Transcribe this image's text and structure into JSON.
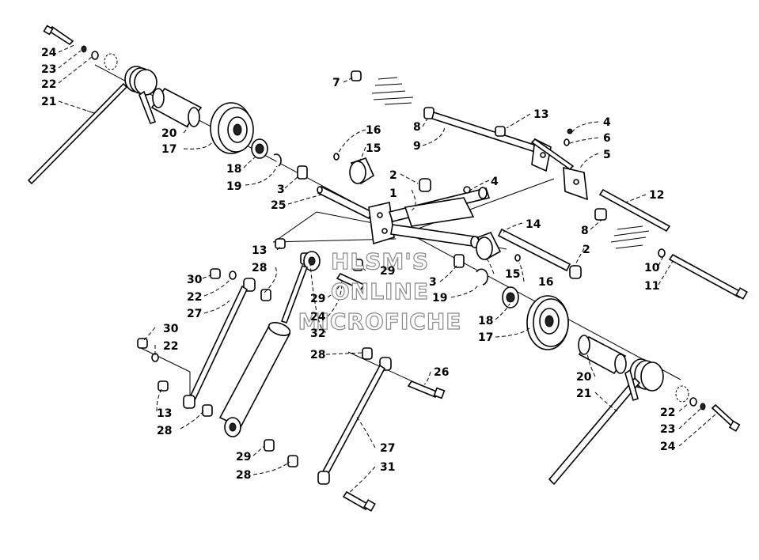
{
  "watermark": {
    "line1": "HLSM'S",
    "line2": "ONLINE",
    "line3": "MICROFICHE"
  },
  "callouts": [
    {
      "id": "c-24a",
      "text": "24"
    },
    {
      "id": "c-23a",
      "text": "23"
    },
    {
      "id": "c-22a",
      "text": "22"
    },
    {
      "id": "c-21a",
      "text": "21"
    },
    {
      "id": "c-20a",
      "text": "20"
    },
    {
      "id": "c-17a",
      "text": "17"
    },
    {
      "id": "c-18a",
      "text": "18"
    },
    {
      "id": "c-19a",
      "text": "19"
    },
    {
      "id": "c-3a",
      "text": "3"
    },
    {
      "id": "c-25",
      "text": "25"
    },
    {
      "id": "c-16a",
      "text": "16"
    },
    {
      "id": "c-15a",
      "text": "15"
    },
    {
      "id": "c-7",
      "text": "7"
    },
    {
      "id": "c-8a",
      "text": "8"
    },
    {
      "id": "c-9",
      "text": "9"
    },
    {
      "id": "c-13a",
      "text": "13"
    },
    {
      "id": "c-4a",
      "text": "4"
    },
    {
      "id": "c-6",
      "text": "6"
    },
    {
      "id": "c-5",
      "text": "5"
    },
    {
      "id": "c-2a",
      "text": "2"
    },
    {
      "id": "c-1",
      "text": "1"
    },
    {
      "id": "c-4b",
      "text": "4"
    },
    {
      "id": "c-12",
      "text": "12"
    },
    {
      "id": "c-14",
      "text": "14"
    },
    {
      "id": "c-8b",
      "text": "8"
    },
    {
      "id": "c-10",
      "text": "10"
    },
    {
      "id": "c-11",
      "text": "11"
    },
    {
      "id": "c-2b",
      "text": "2"
    },
    {
      "id": "c-13b",
      "text": "13"
    },
    {
      "id": "c-28a",
      "text": "28"
    },
    {
      "id": "c-29a",
      "text": "29"
    },
    {
      "id": "c-3b",
      "text": "3"
    },
    {
      "id": "c-15b",
      "text": "15"
    },
    {
      "id": "c-16b",
      "text": "16"
    },
    {
      "id": "c-19b",
      "text": "19"
    },
    {
      "id": "c-30a",
      "text": "30"
    },
    {
      "id": "c-22b",
      "text": "22"
    },
    {
      "id": "c-27a",
      "text": "27"
    },
    {
      "id": "c-29b",
      "text": "29"
    },
    {
      "id": "c-24b",
      "text": "24"
    },
    {
      "id": "c-32",
      "text": "32"
    },
    {
      "id": "c-18b",
      "text": "18"
    },
    {
      "id": "c-17b",
      "text": "17"
    },
    {
      "id": "c-30b",
      "text": "30"
    },
    {
      "id": "c-22c",
      "text": "22"
    },
    {
      "id": "c-28b",
      "text": "28"
    },
    {
      "id": "c-26",
      "text": "26"
    },
    {
      "id": "c-20b",
      "text": "20"
    },
    {
      "id": "c-21b",
      "text": "21"
    },
    {
      "id": "c-13c",
      "text": "13"
    },
    {
      "id": "c-28c",
      "text": "28"
    },
    {
      "id": "c-22d",
      "text": "22"
    },
    {
      "id": "c-23b",
      "text": "23"
    },
    {
      "id": "c-24c",
      "text": "24"
    },
    {
      "id": "c-29c",
      "text": "29"
    },
    {
      "id": "c-28d",
      "text": "28"
    },
    {
      "id": "c-27b",
      "text": "27"
    },
    {
      "id": "c-31",
      "text": "31"
    }
  ]
}
